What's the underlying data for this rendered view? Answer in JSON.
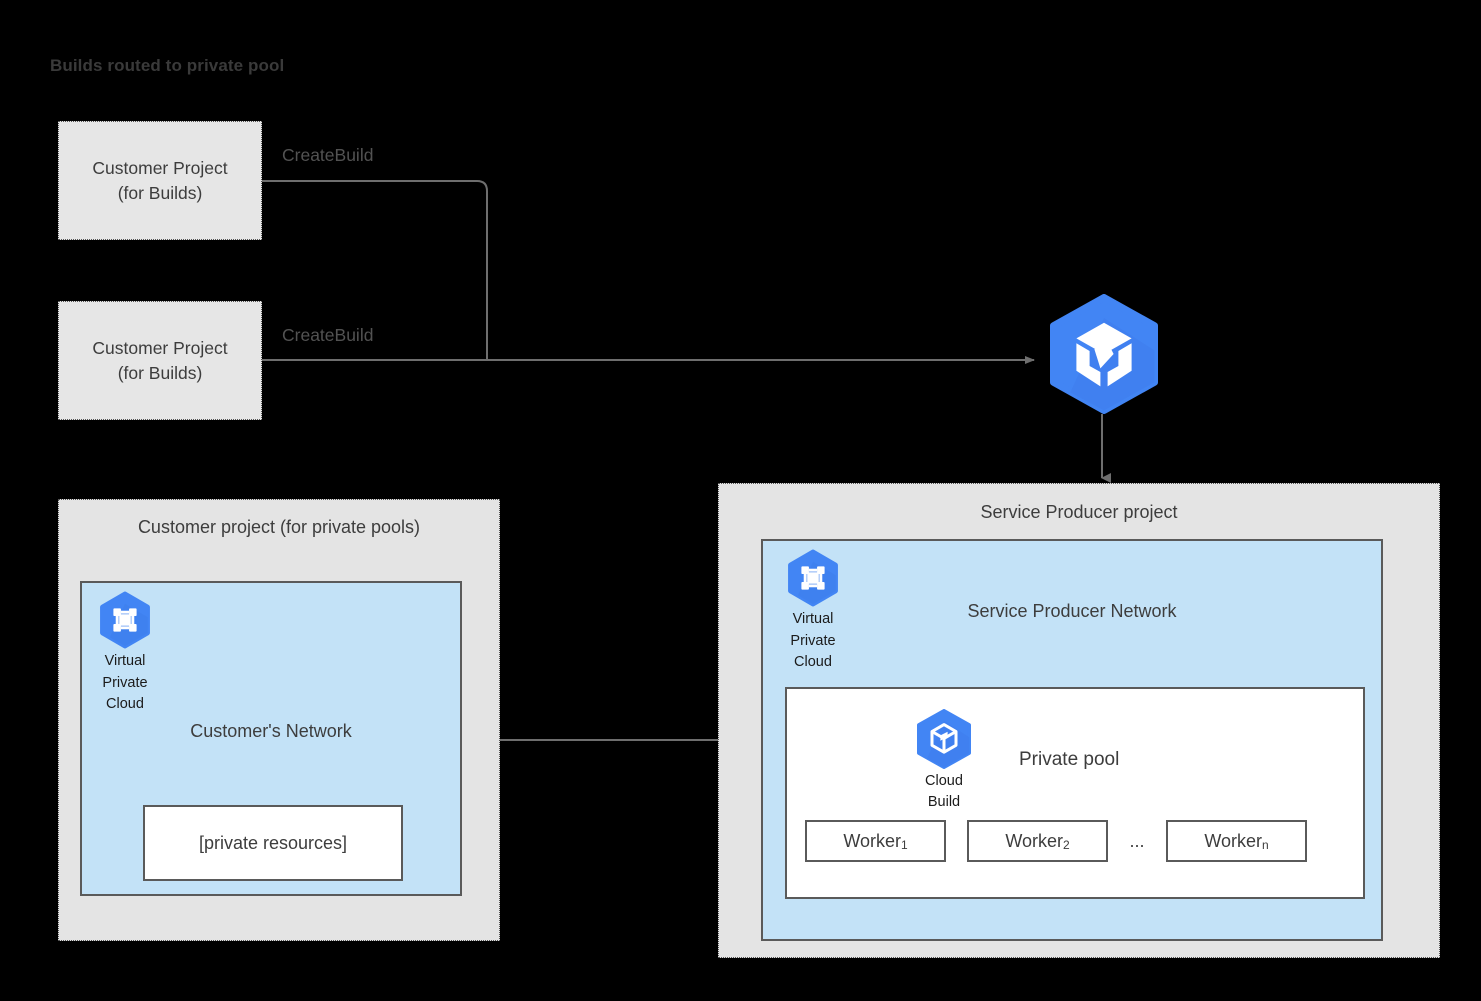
{
  "title": "Builds routed to private pool",
  "colors": {
    "background": "#000000",
    "project_fill": "#E4E4E4",
    "build_box_fill": "#E6E6E6",
    "network_fill": "#C3E2F7",
    "box_fill": "#FFFFFF",
    "border": "#5A5A5A",
    "gcp_blue": "#4285F4",
    "text": "#3d3d3d",
    "connector": "#6E6E6E"
  },
  "build_projects": [
    {
      "line1": "Customer Project",
      "line2": "(for Builds)",
      "edge_label": "CreateBuild"
    },
    {
      "line1": "Customer Project",
      "line2": "(for Builds)",
      "edge_label": "CreateBuild"
    }
  ],
  "cloud_build_service": {
    "icon": "cloud-build-icon"
  },
  "customer_pools_project": {
    "title": "Customer project (for private pools)",
    "vpc": {
      "icon": "virtual-private-cloud-icon",
      "caption_line1": "Virtual",
      "caption_line2": "Private",
      "caption_line3": "Cloud"
    },
    "network_label": "Customer's Network",
    "private_resources": "[private resources]"
  },
  "service_producer_project": {
    "title": "Service Producer project",
    "vpc": {
      "icon": "virtual-private-cloud-icon",
      "caption_line1": "Virtual",
      "caption_line2": "Private",
      "caption_line3": "Cloud"
    },
    "network_label": "Service Producer Network",
    "private_pool": {
      "label": "Private pool",
      "cloud_build": {
        "icon": "cloud-build-icon",
        "caption_line1": "Cloud",
        "caption_line2": "Build"
      },
      "workers": [
        {
          "name": "Worker",
          "subscript": "1"
        },
        {
          "name": "Worker",
          "subscript": "2"
        },
        {
          "name": "Worker",
          "subscript": "n"
        }
      ],
      "ellipsis": "..."
    }
  }
}
